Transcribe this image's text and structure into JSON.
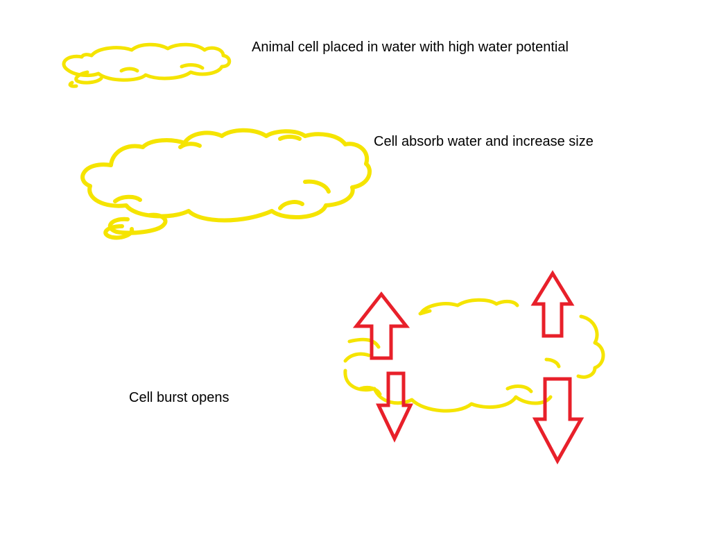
{
  "labels": {
    "step1": "Animal cell placed in water with high water potential",
    "step2": "Cell absorb water and increase size",
    "step3": "Cell burst opens"
  },
  "colors": {
    "cell_outline": "#F5E400",
    "arrow_outline": "#E8202A",
    "text": "#000000",
    "background": "#FFFFFF"
  },
  "icons": {
    "cell": "cloud-outline-icon",
    "up_arrow": "up-arrow-icon",
    "down_arrow": "down-arrow-icon"
  }
}
